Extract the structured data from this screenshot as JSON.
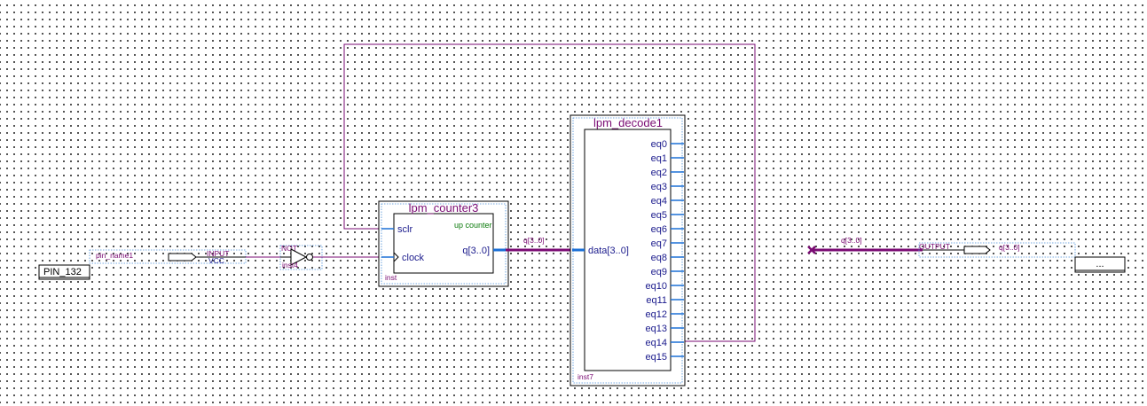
{
  "pins": {
    "pin_box_label": "PIN_132",
    "output_box_label": "..."
  },
  "input_pin": {
    "name": "pin_name1",
    "type_label": "INPUT",
    "default_label": "VCC"
  },
  "not_gate": {
    "type_label": "NOT",
    "instance": "inst4"
  },
  "counter": {
    "title": "lpm_counter3",
    "port_sclr": "sclr",
    "port_clock": "clock",
    "port_q": "q[3..0]",
    "mode": "up counter",
    "instance": "inst"
  },
  "decoder": {
    "title": "lpm_decode1",
    "port_data": "data[3..0]",
    "outputs": [
      "eq0",
      "eq1",
      "eq2",
      "eq3",
      "eq4",
      "eq5",
      "eq6",
      "eq7",
      "eq8",
      "eq9",
      "eq10",
      "eq11",
      "eq12",
      "eq13",
      "eq14",
      "eq15"
    ],
    "instance": "inst7"
  },
  "nets": {
    "counter_bus_label": "q[3..0]",
    "output_bus_label": "q[3..0]"
  },
  "output_pin": {
    "type_label": "OUTPUT",
    "name": "q[3..0]"
  },
  "colors": {
    "wire": "#7a0b73",
    "bus": "#7a0b73",
    "port_stub": "#1a6fd6",
    "dotted_outline": "#4a8fd8"
  }
}
